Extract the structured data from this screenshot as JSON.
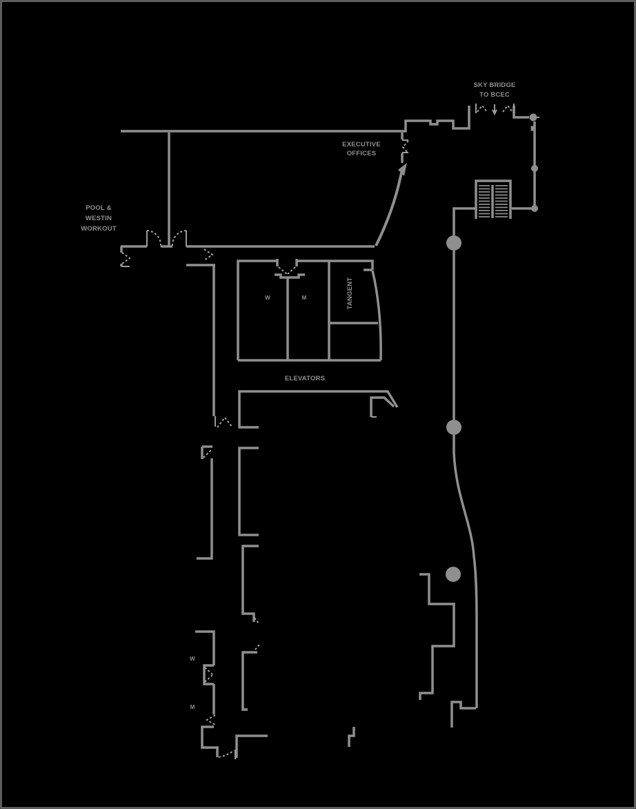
{
  "figure": {
    "type": "hotel-floor-plan",
    "background": "#000000"
  },
  "colors": {
    "background": "#000000",
    "frame_border": "#6e6e6e",
    "wall": "#8f8f8f",
    "door_marks": "#a3a3a3",
    "label": "#8f8f8f"
  },
  "labels": {
    "sky_bridge_line1": "SKY BRIDGE",
    "sky_bridge_line2": "TO BCEC",
    "executive_line1": "EXECUTIVE",
    "executive_line2": "OFFICES",
    "pool_line1": "POOL &",
    "pool_line2": "WESTIN",
    "pool_line3": "WORKOUT",
    "restroom_women_upper": "W",
    "restroom_men_upper": "M",
    "tangent_room": "TANGENT",
    "elevators": "ELEVATORS",
    "restroom_women_lower": "W",
    "restroom_men_lower": "M"
  }
}
